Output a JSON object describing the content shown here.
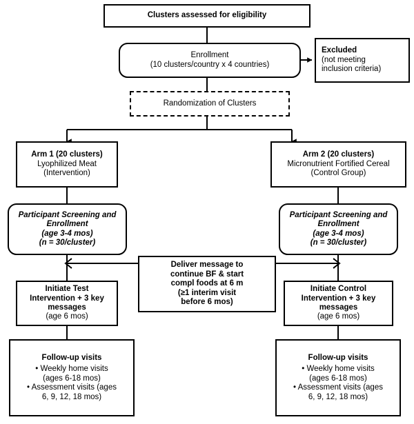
{
  "diagram": {
    "title": "Cluster randomized trial CONSORT-style flow diagram",
    "line_color": "#000000",
    "background": "#ffffff"
  },
  "nodes": {
    "clusters_assessed": {
      "name": "clusters-assessed-box",
      "shape": "rect",
      "lines": [
        {
          "text": "Clusters assessed for eligibility",
          "style": "bold"
        }
      ]
    },
    "enrollment": {
      "name": "enrollment-box",
      "shape": "rounded-rect",
      "lines": [
        {
          "text": "Enrollment",
          "style": "regular"
        },
        {
          "text": "(10 clusters/country x 4 countries)",
          "style": "regular"
        }
      ]
    },
    "excluded": {
      "name": "excluded-box",
      "shape": "rect",
      "align": "left",
      "lines": [
        {
          "text": "Excluded",
          "style": "bold"
        },
        {
          "text": "(not meeting",
          "style": "regular"
        },
        {
          "text": "inclusion criteria)",
          "style": "regular"
        }
      ]
    },
    "randomization": {
      "name": "randomization-box",
      "shape": "dashed-rect",
      "lines": [
        {
          "text": "Randomization of Clusters",
          "style": "regular"
        }
      ]
    },
    "arm1": {
      "name": "arm1-box",
      "shape": "rect",
      "lines": [
        {
          "text": "Arm 1 (20 clusters)",
          "style": "bold"
        },
        {
          "text": "Lyophilized Meat",
          "style": "regular"
        },
        {
          "text": "(Intervention)",
          "style": "regular"
        }
      ]
    },
    "arm2": {
      "name": "arm2-box",
      "shape": "rect",
      "lines": [
        {
          "text": "Arm 2 (20 clusters)",
          "style": "bold"
        },
        {
          "text": "Micronutrient Fortified Cereal",
          "style": "regular"
        },
        {
          "text": "(Control Group)",
          "style": "regular"
        }
      ]
    },
    "screening_left": {
      "name": "participant-screening-left-box",
      "shape": "rounded-rect",
      "lines": [
        {
          "text": "Participant Screening and",
          "style": "bold-italic"
        },
        {
          "text": "Enrollment",
          "style": "bold-italic"
        },
        {
          "text": "(age 3-4 mos)",
          "style": "bold-italic"
        },
        {
          "text": "(n = 30/cluster)",
          "style": "bold-italic"
        }
      ]
    },
    "screening_right": {
      "name": "participant-screening-right-box",
      "shape": "rounded-rect",
      "lines": [
        {
          "text": "Participant Screening and",
          "style": "bold-italic"
        },
        {
          "text": "Enrollment",
          "style": "bold-italic"
        },
        {
          "text": "(age 3-4 mos)",
          "style": "bold-italic"
        },
        {
          "text": "(n = 30/cluster)",
          "style": "bold-italic"
        }
      ]
    },
    "deliver_message": {
      "name": "deliver-message-box",
      "shape": "rect",
      "lines": [
        {
          "text": "Deliver message to",
          "style": "bold"
        },
        {
          "text": "continue BF & start",
          "style": "bold"
        },
        {
          "text": "compl foods at 6 m",
          "style": "bold"
        },
        {
          "text": "(≥1 interim visit",
          "style": "bold"
        },
        {
          "text": "before 6 mos)",
          "style": "bold"
        }
      ]
    },
    "initiate_test": {
      "name": "initiate-test-intervention-box",
      "shape": "rect",
      "lines": [
        {
          "text": "Initiate Test",
          "style": "bold"
        },
        {
          "text": "Intervention + 3 key",
          "style": "bold"
        },
        {
          "text": "messages",
          "style": "bold"
        },
        {
          "text": "(age 6 mos)",
          "style": "regular"
        }
      ]
    },
    "initiate_control": {
      "name": "initiate-control-intervention-box",
      "shape": "rect",
      "lines": [
        {
          "text": "Initiate Control",
          "style": "bold"
        },
        {
          "text": "Intervention + 3 key",
          "style": "bold"
        },
        {
          "text": "messages",
          "style": "bold"
        },
        {
          "text": "(age 6 mos)",
          "style": "regular"
        }
      ]
    },
    "followup_left": {
      "name": "followup-visits-left-box",
      "heading": "Follow-up visits",
      "bullets": [
        [
          "• Weekly home visits",
          "(ages 6-18 mos)"
        ],
        [
          "• Assessment visits (ages",
          "6, 9, 12, 18 mos)"
        ]
      ]
    },
    "followup_right": {
      "name": "followup-visits-right-box",
      "heading": "Follow-up visits",
      "bullets": [
        [
          "• Weekly home visits",
          "(ages 6-18 mos)"
        ],
        [
          "• Assessment visits (ages",
          "6, 9, 12, 18 mos)"
        ]
      ]
    }
  }
}
